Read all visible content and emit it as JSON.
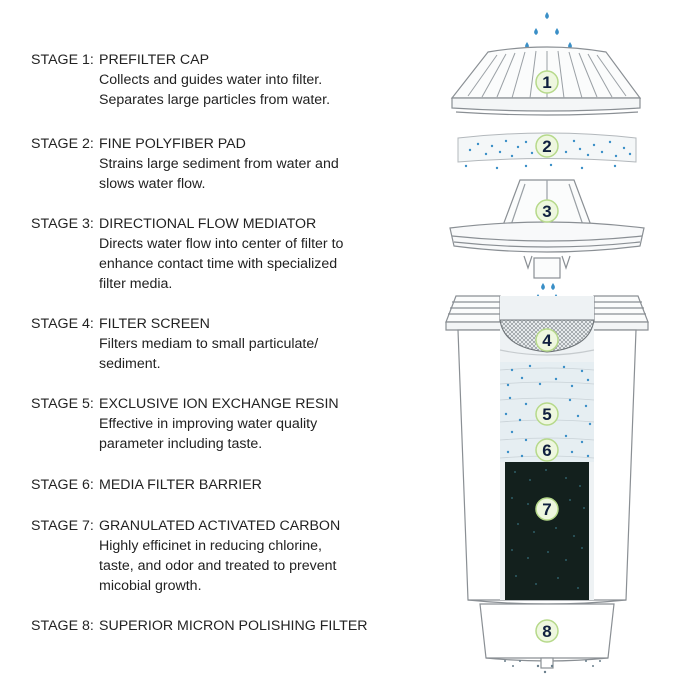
{
  "stages": [
    {
      "label": "STAGE 1:",
      "title": "PREFILTER CAP",
      "lines": [
        "Collects and guides water into filter.",
        "Separates large particles from water."
      ]
    },
    {
      "label": "STAGE 2:",
      "title": "FINE POLYFIBER PAD",
      "lines": [
        "Strains large sediment from water and",
        "slows water flow."
      ]
    },
    {
      "label": "STAGE 3:",
      "title": "DIRECTIONAL FLOW MEDIATOR",
      "lines": [
        "Directs water flow into center of filter to",
        "enhance contact time with specialized",
        "filter media."
      ]
    },
    {
      "label": "STAGE 4:",
      "title": "FILTER SCREEN",
      "lines": [
        "Filters mediam to small particulate/",
        "sediment."
      ]
    },
    {
      "label": "STAGE 5:",
      "title": "EXCLUSIVE ION EXCHANGE RESIN",
      "lines": [
        "Effective in improving water quality",
        "parameter including taste."
      ]
    },
    {
      "label": "STAGE 6:",
      "title": "MEDIA FILTER BARRIER",
      "lines": []
    },
    {
      "label": "STAGE 7:",
      "title": "GRANULATED ACTIVATED CARBON",
      "lines": [
        "Highly efficinet in reducing chlorine,",
        "taste, and odor and treated to prevent",
        "micobial growth."
      ]
    },
    {
      "label": "STAGE 8:",
      "title": "SUPERIOR MICRON POLISHING FILTER",
      "lines": []
    }
  ],
  "diagram": {
    "badges": [
      "1",
      "2",
      "3",
      "4",
      "5",
      "6",
      "7",
      "8"
    ],
    "colors": {
      "badge_fill": "#eef7df",
      "badge_ring": "#b6d98a",
      "badge_text": "#10203f",
      "drop": "#3a8fc7",
      "outline": "#8a8f94",
      "carbon": "#13201d",
      "resin": "#e6eef2"
    }
  }
}
